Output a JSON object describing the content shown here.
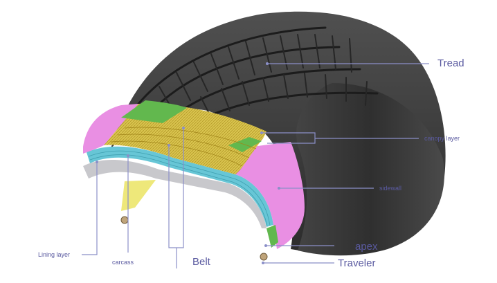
{
  "labels": {
    "tread": "Tread",
    "canopy_layer": "canopy layer",
    "sidewall": "sidewall",
    "apex": "apex",
    "traveler": "Traveler",
    "belt": "Belt",
    "carcass": "carcass",
    "lining_layer": "Lining layer"
  },
  "colors": {
    "tread_rubber": "#3a3a3a",
    "tread_groove": "#1f1f1f",
    "sidewall_rubber": "#e98fe3",
    "belt_yellow": "#d8c24a",
    "belt_green": "#62b84e",
    "carcass_cyan": "#67c6d6",
    "lining_gray": "#c8c8cc",
    "apex_yellow": "#eee87a",
    "leader_line": "#8b8fc8",
    "label_text": "#5a5aa0"
  }
}
